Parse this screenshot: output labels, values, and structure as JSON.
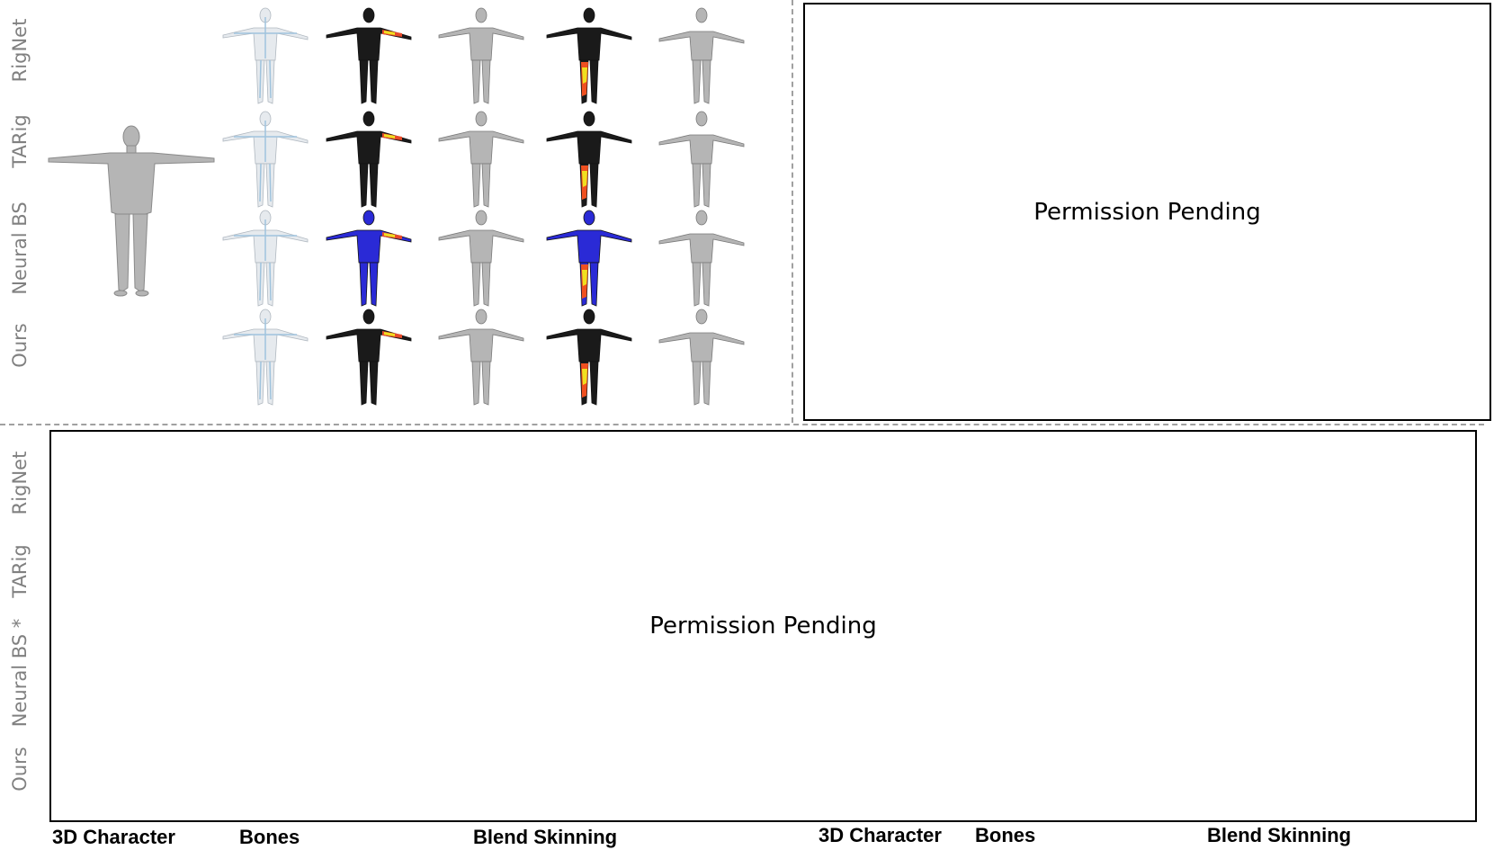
{
  "top_section": {
    "row_labels": [
      "RigNet",
      "TARig",
      "Neural BS",
      "Ours"
    ],
    "pending_text": "Permission Pending"
  },
  "bottom_section": {
    "row_labels": [
      "RigNet",
      "TARig",
      "Neural BS *",
      "Ours"
    ],
    "pending_text": "Permission Pending"
  },
  "column_labels": {
    "left": {
      "character": "3D Character",
      "bones": "Bones",
      "skinning": "Blend Skinning"
    },
    "right": {
      "character": "3D Character",
      "bones": "Bones",
      "skinning": "Blend Skinning"
    }
  },
  "colors": {
    "label_gray": "#808080",
    "dash_gray": "#a0a0a0",
    "mesh_gray": "#b5b5b5",
    "mesh_dark": "#1a1a1a",
    "mesh_blue": "#2a2ad6",
    "bone_blue": "#9fc3dd"
  }
}
